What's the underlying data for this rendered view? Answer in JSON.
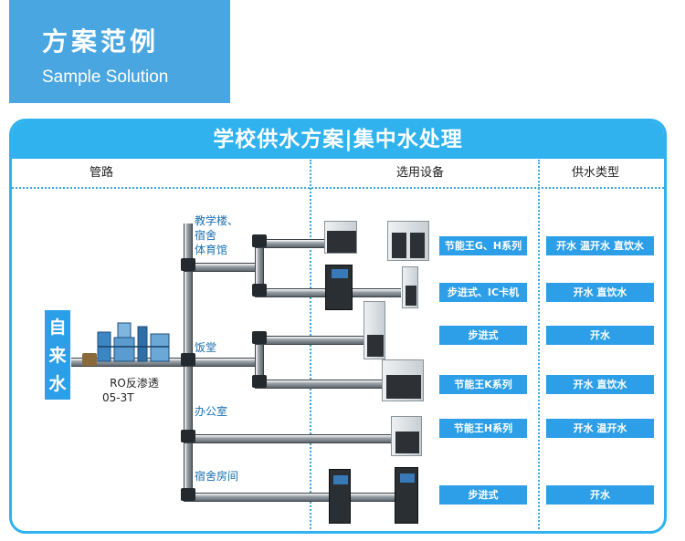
{
  "header": {
    "title_zh": "方案范例",
    "title_en": "Sample Solution"
  },
  "panel": {
    "title": "学校供水方案|集中水处理",
    "columns": [
      "管路",
      "选用设备",
      "供水类型"
    ]
  },
  "source": {
    "label": "自来水"
  },
  "plant": {
    "line1": "RO反渗透",
    "line2": "05-3T"
  },
  "branches": {
    "b1_line1": "教学楼、",
    "b1_line2": "宿舍",
    "b1_line3": "体育馆",
    "b2": "饭堂",
    "b3": "办公室",
    "b4": "宿舍房间"
  },
  "devices": [
    "节能王G、H系列",
    "步进式、IC卡机",
    "步进式",
    "节能王K系列",
    "节能王H系列",
    "步进式"
  ],
  "types": [
    "开水 温开水 直饮水",
    "开水 直饮水",
    "开水",
    "开水 直饮水",
    "开水 温开水",
    "开水"
  ],
  "colors": {
    "accent": "#2fb2ee",
    "tag": "#2c9fe8",
    "title_box": "#4aa6e0"
  }
}
